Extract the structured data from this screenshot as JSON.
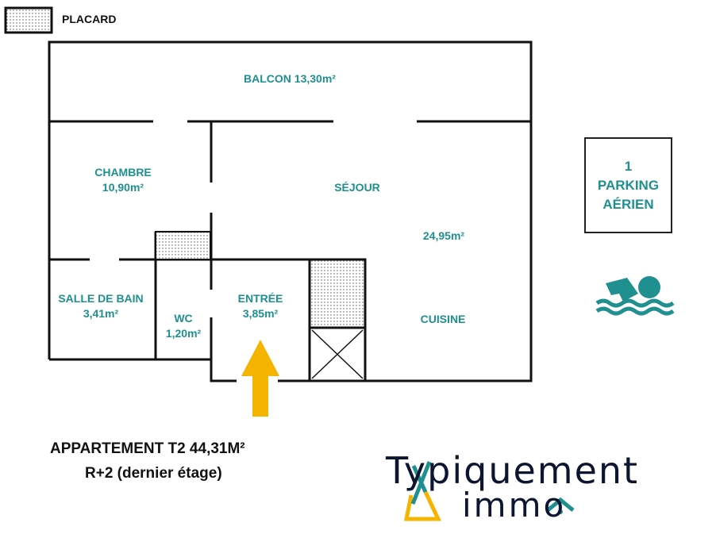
{
  "legend": {
    "label": "PLACARD"
  },
  "rooms": {
    "balcon": "BALCON 13,30m²",
    "chambre": "CHAMBRE",
    "chambre_area": "10,90m²",
    "sejour": "SÉJOUR",
    "sejour_area": "24,95m²",
    "salle_de_bain": "SALLE DE BAIN",
    "salle_de_bain_area": "3,41m²",
    "wc": "WC",
    "wc_area": "1,20m²",
    "entree": "ENTRÉE",
    "entree_area": "3,85m²",
    "cuisine": "CUISINE"
  },
  "parking": {
    "line1": "1",
    "line2": "PARKING",
    "line3": "AÉRIEN"
  },
  "title": {
    "line1": "APPARTEMENT T2 44,31M²",
    "line2": "R+2 (dernier étage)"
  },
  "logo": {
    "top": "Typiquement",
    "bottom": "immo"
  },
  "colors": {
    "teal": "#1f8f8f",
    "arrow": "#f5b400",
    "wall": "#111111"
  }
}
